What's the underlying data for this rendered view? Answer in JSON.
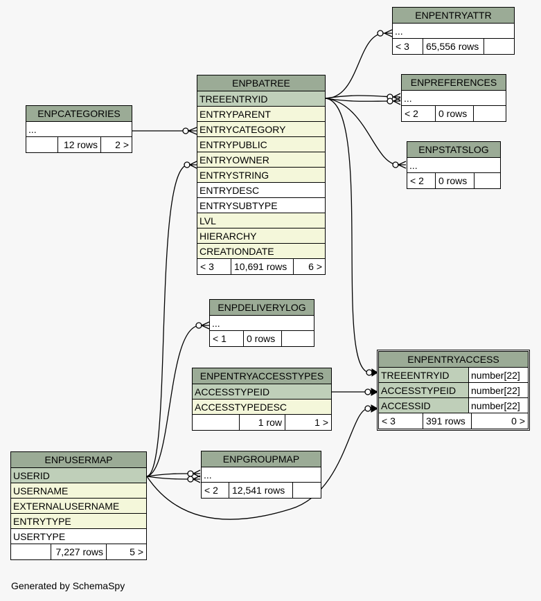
{
  "footer_text": "Generated by SchemaSpy",
  "tables": {
    "enpentryattr": {
      "name": "ENPENTRYATTR",
      "rows": [
        "..."
      ],
      "parents": "< 3",
      "row_count": "65,556 rows",
      "children": ""
    },
    "enpreferences": {
      "name": "ENPREFERENCES",
      "rows": [
        "..."
      ],
      "parents": "< 2",
      "row_count": "0 rows",
      "children": ""
    },
    "enpstatslog": {
      "name": "ENPSTATSLOG",
      "rows": [
        "..."
      ],
      "parents": "< 2",
      "row_count": "0 rows",
      "children": ""
    },
    "enpcategories": {
      "name": "ENPCATEGORIES",
      "rows": [
        "..."
      ],
      "parents": "",
      "row_count": "12 rows",
      "children": "2 >"
    },
    "enpbatree": {
      "name": "ENPBATREE",
      "rows": [
        "TREEENTRYID",
        "ENTRYPARENT",
        "ENTRYCATEGORY",
        "ENTRYPUBLIC",
        "ENTRYOWNER",
        "ENTRYSTRING",
        "ENTRYDESC",
        "ENTRYSUBTYPE",
        "LVL",
        "HIERARCHY",
        "CREATIONDATE"
      ],
      "parents": "< 3",
      "row_count": "10,691 rows",
      "children": "6 >"
    },
    "enpdeliverylog": {
      "name": "ENPDELIVERYLOG",
      "rows": [
        "..."
      ],
      "parents": "< 1",
      "row_count": "0 rows",
      "children": ""
    },
    "enpentryaccesstypes": {
      "name": "ENPENTRYACCESSTYPES",
      "rows": [
        "ACCESSTYPEID",
        "ACCESSTYPEDESC"
      ],
      "parents": "",
      "row_count": "1 row",
      "children": "1 >"
    },
    "enpentryaccess": {
      "name": "ENPENTRYACCESS",
      "rows": [
        "TREEENTRYID",
        "ACCESSTYPEID",
        "ACCESSID"
      ],
      "types": [
        "number[22]",
        "number[22]",
        "number[22]"
      ],
      "parents": "< 3",
      "row_count": "391 rows",
      "children": "0 >"
    },
    "enpusermap": {
      "name": "ENPUSERMAP",
      "rows": [
        "USERID",
        "USERNAME",
        "EXTERNALUSERNAME",
        "ENTRYTYPE",
        "USERTYPE"
      ],
      "parents": "",
      "row_count": "7,227 rows",
      "children": "5 >"
    },
    "enpgroupmap": {
      "name": "ENPGROUPMAP",
      "rows": [
        "..."
      ],
      "parents": "< 2",
      "row_count": "12,541 rows",
      "children": ""
    }
  },
  "colors": {
    "header": "#9bab96",
    "pk_row": "#bfcfb9",
    "fk_row": "#f4f7da",
    "background": "#f7f7f7"
  }
}
